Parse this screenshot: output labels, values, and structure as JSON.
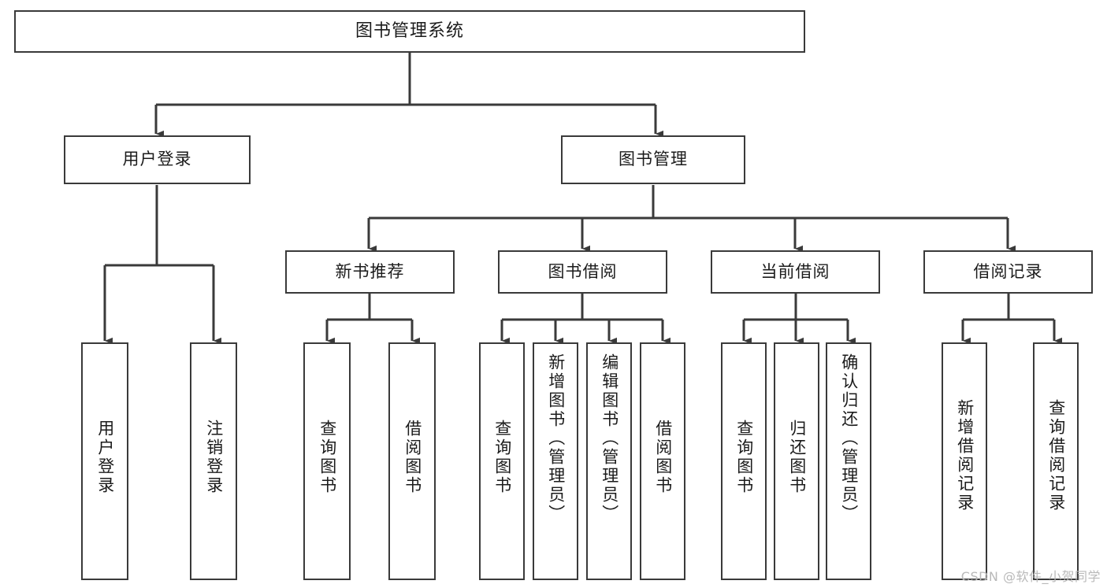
{
  "diagram": {
    "title": "图书管理系统",
    "type": "tree-structure-chart",
    "root": {
      "label": "图书管理系统"
    },
    "level2": [
      {
        "label": "用户登录"
      },
      {
        "label": "图书管理"
      }
    ],
    "level3": [
      {
        "label": "新书推荐"
      },
      {
        "label": "图书借阅"
      },
      {
        "label": "当前借阅"
      },
      {
        "label": "借阅记录"
      }
    ],
    "leaves": {
      "user_login": [
        {
          "label": "用户登录"
        },
        {
          "label": "注销登录"
        }
      ],
      "new_book_recommend": [
        {
          "label": "查询图书"
        },
        {
          "label": "借阅图书"
        }
      ],
      "book_borrow": [
        {
          "label": "查询图书"
        },
        {
          "label": "新增图书（管理员）"
        },
        {
          "label": "编辑图书（管理员）"
        },
        {
          "label": "借阅图书"
        }
      ],
      "current_borrow": [
        {
          "label": "查询图书"
        },
        {
          "label": "归还图书"
        },
        {
          "label": "确认归还（管理员）"
        }
      ],
      "borrow_records": [
        {
          "label": "新增借阅记录"
        },
        {
          "label": "查询借阅记录"
        }
      ]
    }
  },
  "watermark": {
    "text": "CSDN @软件_小贺同学"
  },
  "colors": {
    "border": "#3a3a3a",
    "background": "#ffffff",
    "text": "#1b1b1b",
    "watermark": "#b9b9b9"
  }
}
